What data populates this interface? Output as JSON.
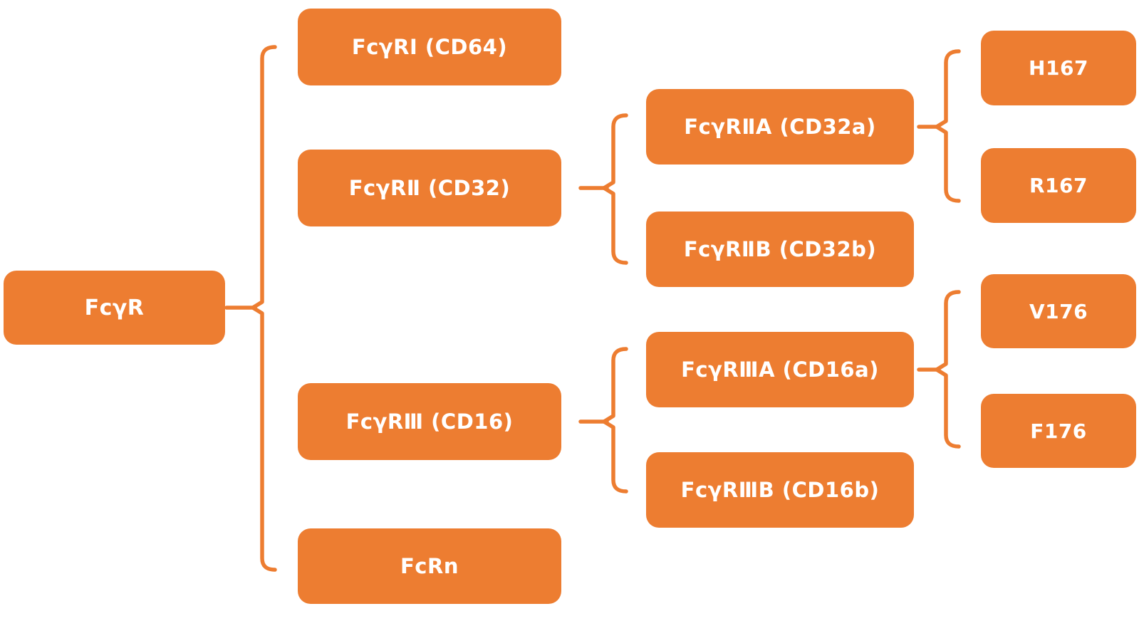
{
  "diagram": {
    "title": "FcγR receptor family tree",
    "accent_color": "#ED7D31",
    "text_color": "#FFFFFF",
    "background_color": "#FFFFFF",
    "nodes": {
      "root": {
        "label": "FcγR"
      },
      "fcgr1": {
        "label": "FcγRⅠ（CD64）"
      },
      "fcgr2": {
        "label": "FcγRⅡ（CD32）"
      },
      "fcgr3": {
        "label": "FcγRⅢ（CD16）"
      },
      "fcrn": {
        "label": "FcRn"
      },
      "fcgr2a": {
        "label": "FcγRⅡA（CD32a）"
      },
      "fcgr2b": {
        "label": "FcγRⅡB（CD32b）"
      },
      "fcgr3a": {
        "label": "FcγRⅢA（CD16a）"
      },
      "fcgr3b": {
        "label": "FcγRⅢB（CD16b）"
      },
      "h167": {
        "label": "H167"
      },
      "r167": {
        "label": "R167"
      },
      "v176": {
        "label": "V176"
      },
      "f176": {
        "label": "F176"
      }
    },
    "edges": [
      [
        "root",
        "fcgr1"
      ],
      [
        "root",
        "fcgr2"
      ],
      [
        "root",
        "fcgr3"
      ],
      [
        "root",
        "fcrn"
      ],
      [
        "fcgr2",
        "fcgr2a"
      ],
      [
        "fcgr2",
        "fcgr2b"
      ],
      [
        "fcgr3",
        "fcgr3a"
      ],
      [
        "fcgr3",
        "fcgr3b"
      ],
      [
        "fcgr2a",
        "h167"
      ],
      [
        "fcgr2a",
        "r167"
      ],
      [
        "fcgr3a",
        "v176"
      ],
      [
        "fcgr3a",
        "f176"
      ]
    ]
  }
}
